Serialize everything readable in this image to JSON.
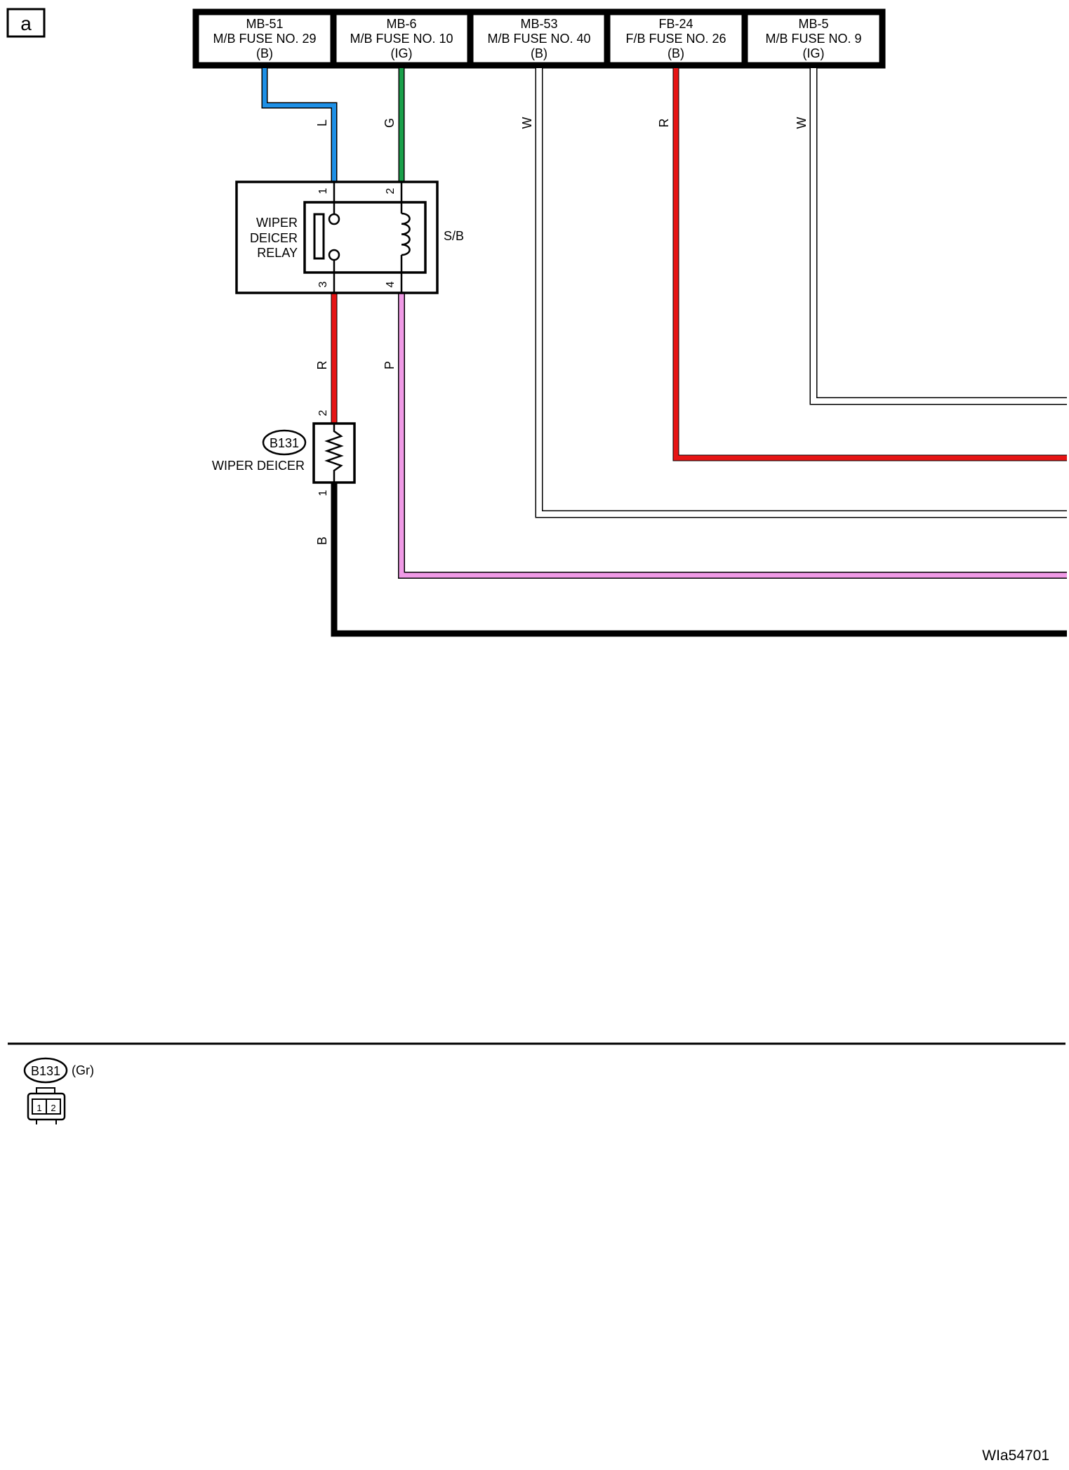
{
  "page_tag": "a",
  "fuses": [
    {
      "code": "MB-51",
      "name": "M/B FUSE NO. 29",
      "type": "(B)"
    },
    {
      "code": "MB-6",
      "name": "M/B FUSE NO. 10",
      "type": "(IG)"
    },
    {
      "code": "MB-53",
      "name": "M/B FUSE NO. 40",
      "type": "(B)"
    },
    {
      "code": "FB-24",
      "name": "F/B FUSE NO. 26",
      "type": "(B)"
    },
    {
      "code": "MB-5",
      "name": "M/B FUSE NO. 9",
      "type": "(IG)"
    }
  ],
  "wire_colors": {
    "mb51": {
      "code": "L",
      "hex": "#1e90e6"
    },
    "mb6": {
      "code": "G",
      "hex": "#1aa04a"
    },
    "mb53": {
      "code": "W",
      "hex": "#ffffff"
    },
    "fb24": {
      "code": "R",
      "hex": "#e61414"
    },
    "mb5": {
      "code": "W",
      "hex": "#ffffff"
    },
    "relay3": {
      "code": "R",
      "hex": "#e61414"
    },
    "relay4": {
      "code": "P",
      "hex": "#f09ae6"
    },
    "ground": {
      "code": "B",
      "hex": "#000000"
    }
  },
  "relay": {
    "name_lines": [
      "WIPER",
      "DEICER",
      "RELAY"
    ],
    "location": "S/B",
    "pins": [
      "1",
      "2",
      "3",
      "4"
    ]
  },
  "deicer": {
    "connector": "B131",
    "name": "WIPER DEICER",
    "pins": [
      "2",
      "1"
    ]
  },
  "legend": {
    "connector": "B131",
    "color": "(Gr)",
    "pins": [
      "1",
      "2"
    ]
  },
  "figure_id": "WIa54701"
}
